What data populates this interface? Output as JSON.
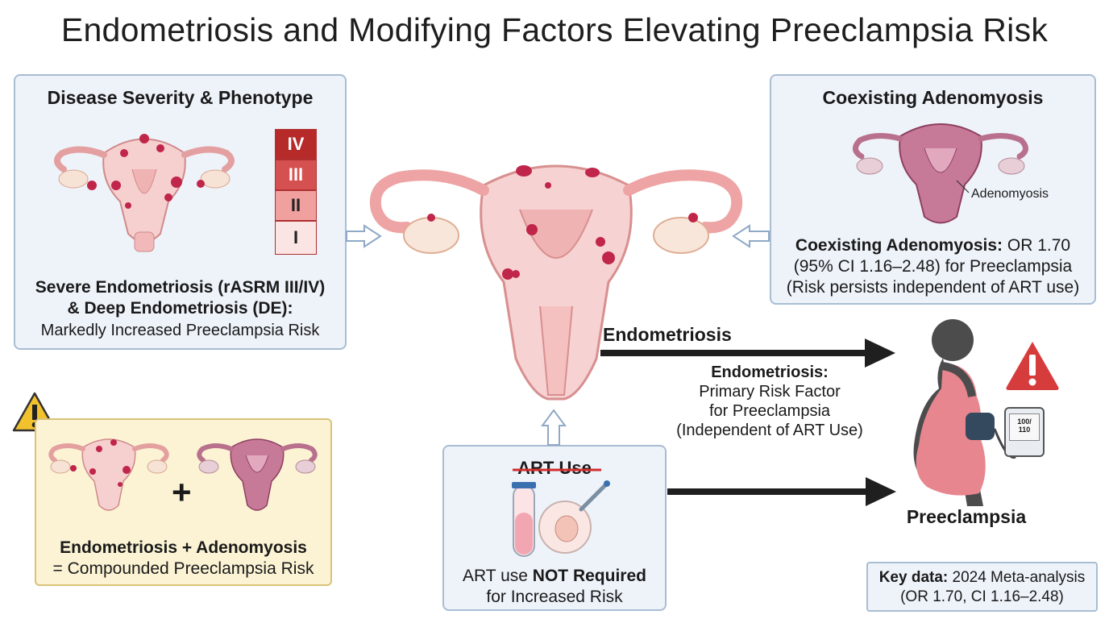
{
  "title": "Endometriosis and Modifying Factors Elevating Preeclampsia Risk",
  "severity_panel": {
    "title": "Disease Severity & Phenotype",
    "stages": [
      "IV",
      "III",
      "II",
      "I"
    ],
    "text_bold_1": "Severe Endometriosis (rASRM III/IV)",
    "text_bold_2": "& Deep Endometriosis (DE):",
    "text_plain": "Markedly Increased Preeclampsia Risk"
  },
  "adenomyosis_panel": {
    "title": "Coexisting Adenomyosis",
    "annotation": "Adenomyosis",
    "text_bold": "Coexisting Adenomyosis:",
    "text_1": " OR 1.70",
    "text_2": "(95% CI 1.16–2.48) for Preeclampsia",
    "text_3": "(Risk persists independent of ART use)"
  },
  "compound_panel": {
    "plus": "+",
    "text_bold": "Endometriosis + Adenomyosis",
    "text_plain": "= Compounded Preeclampsia Risk"
  },
  "art_panel": {
    "title": "ART Use",
    "text_1": "ART use ",
    "text_bold": "NOT Required",
    "text_2": "for Increased Risk"
  },
  "main_arrow": {
    "label": "Endometriosis",
    "caption_bold": "Endometriosis:",
    "caption_1": "Primary Risk Factor",
    "caption_2": "for Preeclampsia",
    "caption_3": "(Independent of ART Use)"
  },
  "outcome": {
    "label": "Preeclampsia",
    "monitor_line1": "100/",
    "monitor_line2": "110"
  },
  "key_data": {
    "label_bold": "Key data:",
    "label_1": " 2024 Meta-analysis",
    "label_2": "(OR 1.70, CI 1.16–2.48)"
  },
  "colors": {
    "panel_bg": "#eef3fa",
    "panel_border": "#a9bdd3",
    "yellow_bg": "#fbf3d4",
    "uterus_pink": "#f3c4c4",
    "lesion": "#c0254a",
    "adeno_purple": "#a9587a",
    "alert_red": "#d63c3c",
    "warn_yellow": "#f2c12e"
  }
}
